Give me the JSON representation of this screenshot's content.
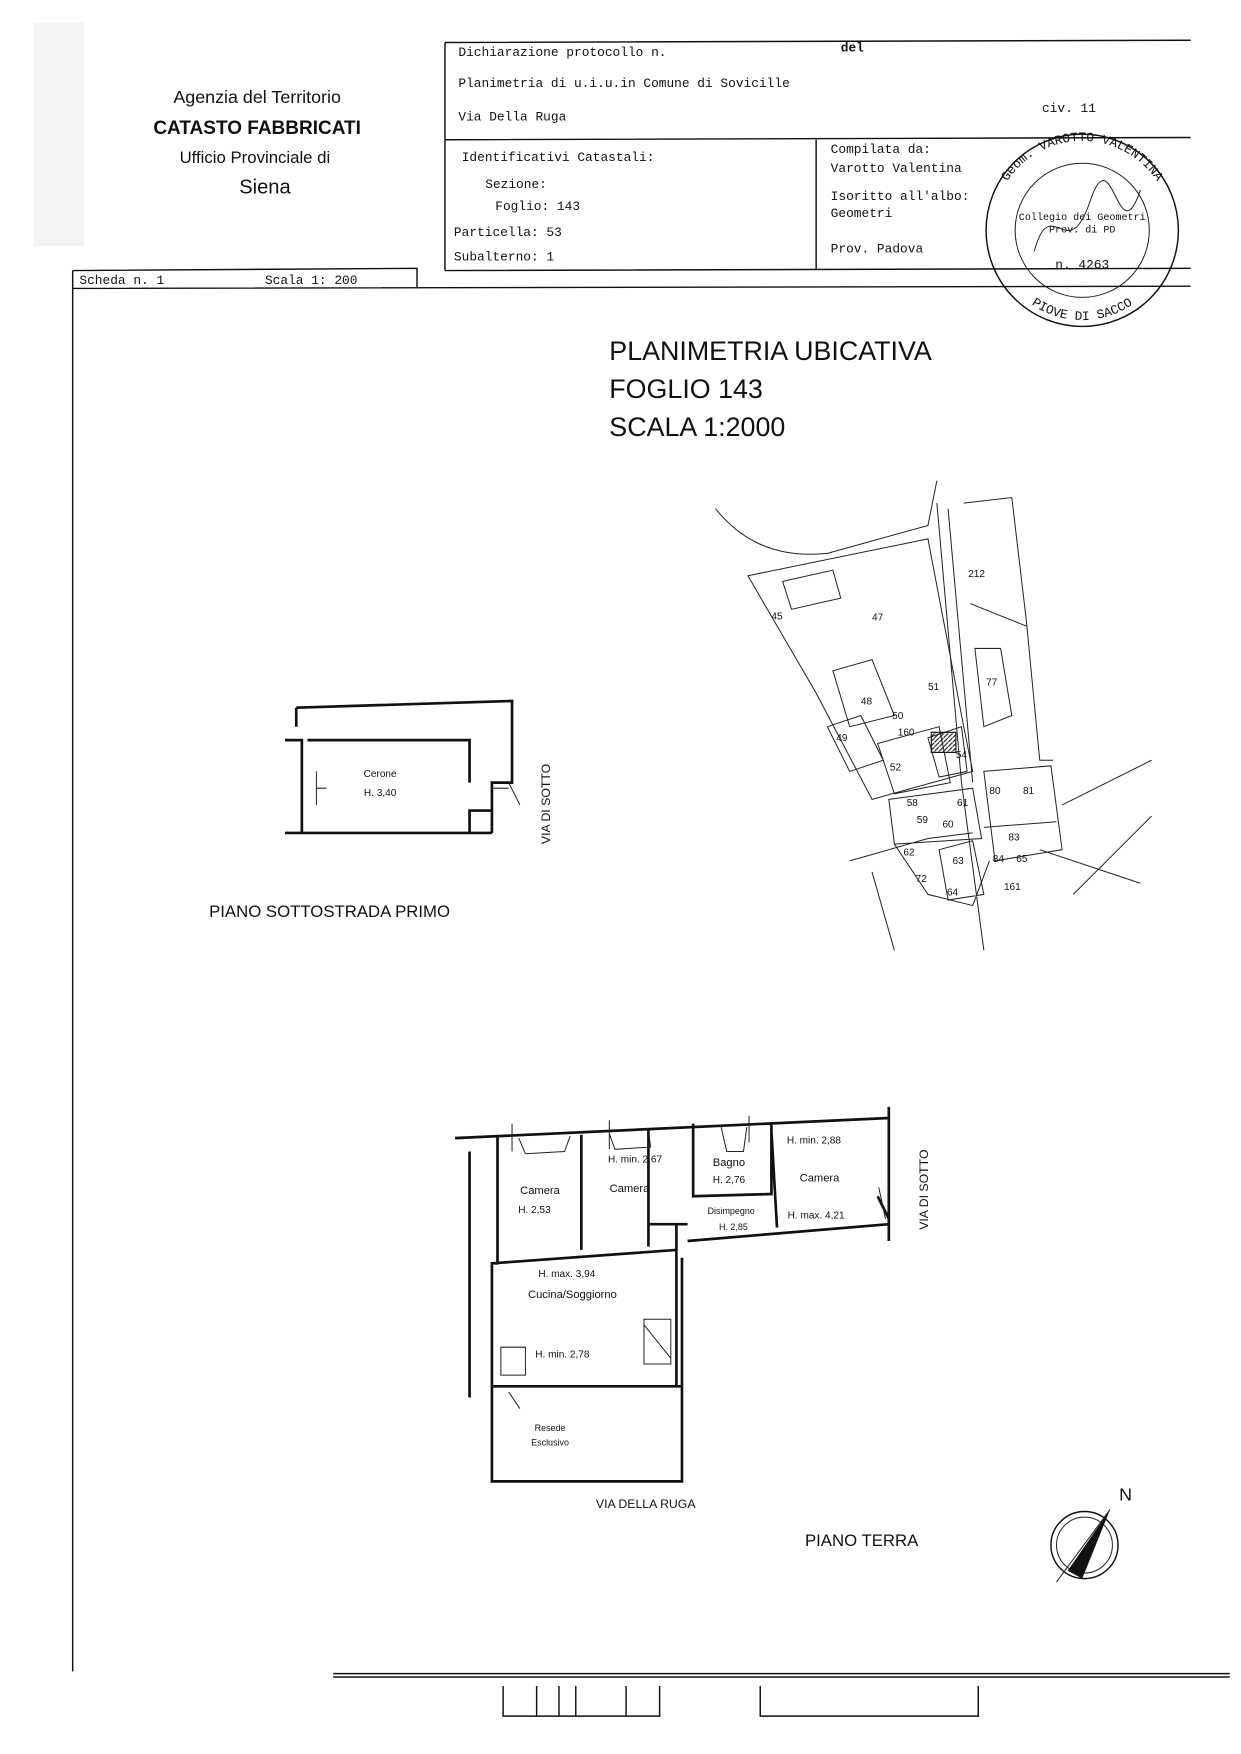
{
  "logo": {
    "agency": "Agenzia del Territorio",
    "catasto": "CATASTO FABBRICATI",
    "office": "Ufficio Provinciale di",
    "city": "Siena"
  },
  "header": {
    "declaration": "Dichiarazione protocollo n.",
    "del": "del",
    "planimetry": "Planimetria di u.i.u.in Comune di Sovicille",
    "street": "Via Della Ruga",
    "civic": "civ. 11",
    "ident_title": "Identificativi Catastali:",
    "sezione": "Sezione:",
    "foglio": "Foglio: 143",
    "particella": "Particella: 53",
    "subalterno": "Subalterno: 1",
    "compiled_label": "Compilata da:",
    "compiled_name": "Varotto Valentina",
    "registered_label": "Isoritto all'albo:",
    "registered_value": "Geometri",
    "province": "Prov. Padova"
  },
  "stamp": {
    "outer_top": "Geom. VAROTTO VALENTINA",
    "inner": "Collegio dei Geometri Prov. di PD",
    "number": "n. 4263",
    "outer_bottom": "PIOVE DI SACCO"
  },
  "scheda": {
    "number": "Scheda n. 1",
    "scale": "Scala 1: 200"
  },
  "site_plan": {
    "title1": "PLANIMETRIA UBICATIVA",
    "title2": "FOGLIO 143",
    "title3": "SCALA 1:2000",
    "parcels": [
      "212",
      "45",
      "47",
      "77",
      "51",
      "48",
      "50",
      "160",
      "49",
      "54",
      "52",
      "80",
      "81",
      "58",
      "61",
      "59",
      "60",
      "83",
      "62",
      "84",
      "65",
      "63",
      "161",
      "72",
      "64"
    ]
  },
  "basement": {
    "room": "Cerone",
    "height": "H. 3,40",
    "street": "VIA  DI  SOTTO",
    "label": "PIANO SOTTOSTRADA PRIMO"
  },
  "ground": {
    "rooms": [
      {
        "name": "Camera",
        "height": "H. 2,53"
      },
      {
        "name": "Camera",
        "height": "H. min. 2,67"
      },
      {
        "name": "Bagno",
        "height": "H. 2,76"
      },
      {
        "name": "Camera",
        "height": "H. min. 2,88"
      },
      {
        "name": "Disimpegno",
        "height": "H. 2,85"
      },
      {
        "name": "Cucina/Soggiorno",
        "height": "H. max. 3,94"
      }
    ],
    "camera4_max": "H. max. 4,21",
    "cucina_min": "H. min. 2,78",
    "corte1": "Resede",
    "corte2": "Esclusivo",
    "street_side": "VIA  DI  SOTTO",
    "street_bottom": "VIA   DELLA   RUGA",
    "label": "PIANO TERRA",
    "north": "N"
  }
}
